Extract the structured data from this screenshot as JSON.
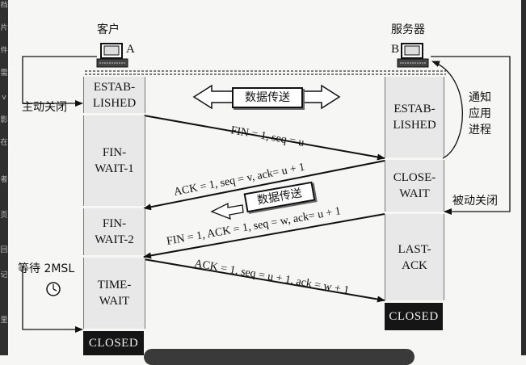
{
  "side_strip": [
    "档",
    "片",
    "件",
    "需",
    "v",
    "影",
    "在",
    "者",
    "页",
    "回",
    "记",
    "里"
  ],
  "client": {
    "label": "客户",
    "id": "A"
  },
  "server": {
    "label": "服务器",
    "id": "B"
  },
  "client_states": [
    "ESTAB-\nLISHED",
    "FIN-\nWAIT-1",
    "FIN-\nWAIT-2",
    "TIME-\nWAIT",
    "CLOSED"
  ],
  "server_states": [
    "ESTAB-\nLISHED",
    "CLOSE-\nWAIT",
    "LAST-\nACK",
    "CLOSED"
  ],
  "notes": {
    "active_close": "主动关闭",
    "passive_close": "被动关闭",
    "notify_app": [
      "通知",
      "应用",
      "进程"
    ],
    "wait_2msl": "等待 2MSL",
    "data_transfer": "数据传送",
    "data_transfer_2": "数据传送"
  },
  "messages": [
    "FIN = 1, seq = u",
    "ACK = 1, seq = v, ack= u + 1",
    "FIN = 1, ACK = 1, seq = w, ack= u + 1",
    "ACK = 1, seq = u + 1, ack = w + 1"
  ]
}
